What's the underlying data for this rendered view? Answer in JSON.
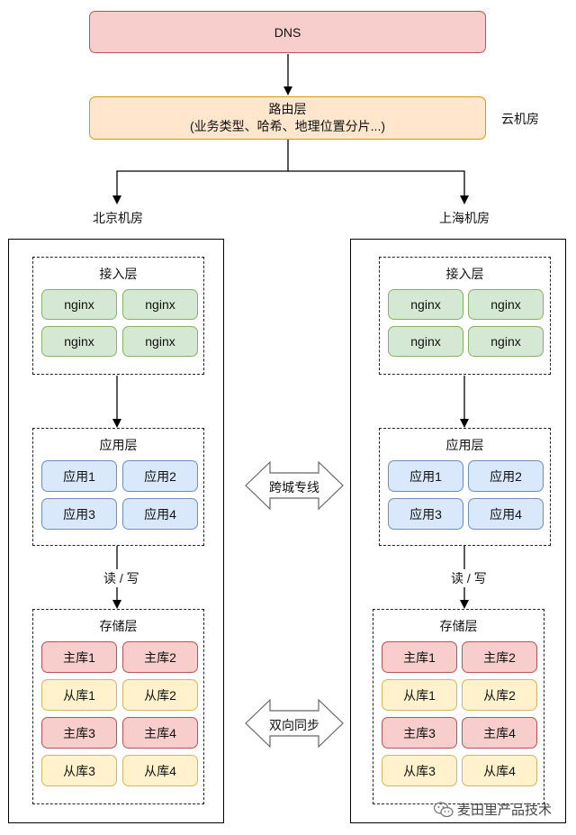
{
  "dns": {
    "label": "DNS"
  },
  "routing": {
    "title": "路由层",
    "subtitle": "(业务类型、哈希、地理位置分片...)"
  },
  "cloud_label": "云机房",
  "cross_city": {
    "label": "跨城专线"
  },
  "bidirectional_sync": {
    "label": "双向同步"
  },
  "datacenters": [
    {
      "name": "北京机房",
      "access_layer": {
        "title": "接入层",
        "nodes": [
          "nginx",
          "nginx",
          "nginx",
          "nginx"
        ]
      },
      "app_layer": {
        "title": "应用层",
        "nodes": [
          "应用1",
          "应用2",
          "应用3",
          "应用4"
        ]
      },
      "rw_label": "读 / 写",
      "storage_layer": {
        "title": "存储层",
        "nodes": [
          "主库1",
          "主库2",
          "从库1",
          "从库2",
          "主库3",
          "主库4",
          "从库3",
          "从库4"
        ]
      }
    },
    {
      "name": "上海机房",
      "access_layer": {
        "title": "接入层",
        "nodes": [
          "nginx",
          "nginx",
          "nginx",
          "nginx"
        ]
      },
      "app_layer": {
        "title": "应用层",
        "nodes": [
          "应用1",
          "应用2",
          "应用3",
          "应用4"
        ]
      },
      "rw_label": "读 / 写",
      "storage_layer": {
        "title": "存储层",
        "nodes": [
          "主库1",
          "主库2",
          "从库1",
          "从库2",
          "主库3",
          "主库4",
          "从库3",
          "从库4"
        ]
      }
    }
  ],
  "watermark": {
    "text": "麦田里产品技术",
    "icon": "wechat-icon"
  }
}
